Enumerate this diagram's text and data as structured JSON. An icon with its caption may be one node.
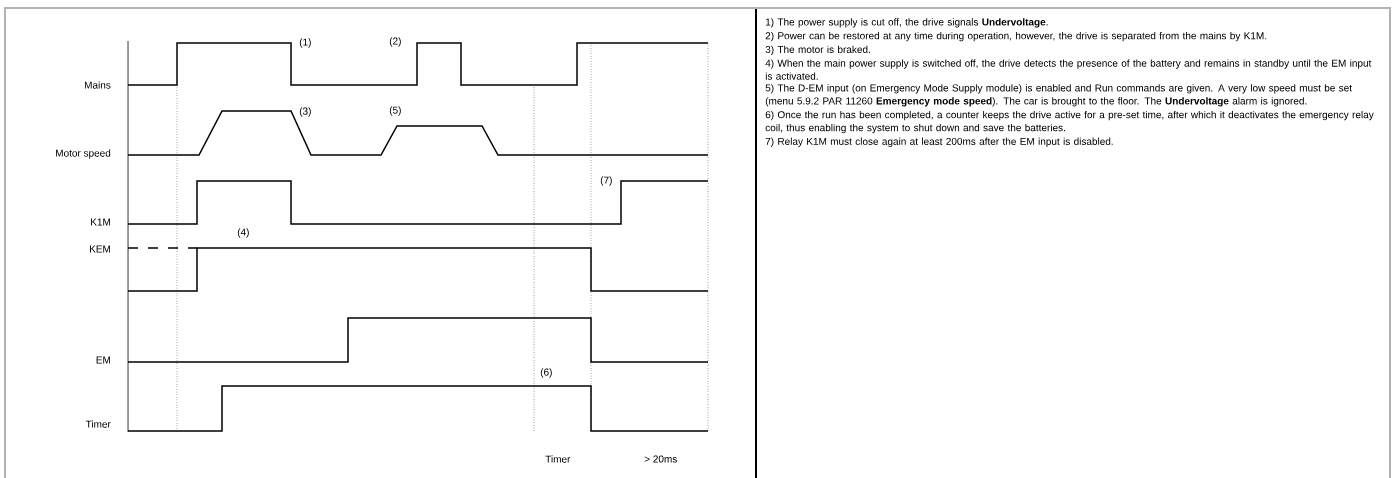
{
  "diagram": {
    "labels": [
      "(1)",
      "(2)",
      "Mains",
      "(3)",
      "(5)",
      "Motor speed",
      "(7)",
      "K1M",
      "(4)",
      "KEM",
      "EM",
      "(6)",
      "Timer",
      "Timer",
      "> 20ms",
      "1) The power supply is cut off, the drive signals **Undervoltage**.",
      "2) Power can be restored at any time during operation, however, the drive is separated from the mains by K1M.",
      "3) The motor is braked.",
      "4) When the main power supply is switched off, the drive detects the presence of the battery and remains in standby until the EM input is activated.",
      "5) The D-EM input (on Emergency Mode Supply module) is enabled and Run commands are given. A very low speed must be set (menu 5.9.2 PAR 11260 **Emergency mode speed**). The car is brought to the floor. The **Undervoltage** alarm is ignored.",
      "6) Once the run has been completed, a counter keeps the drive active for a pre-set time, after which it deactivates the emergency relay coil, thus enabling the system to shut down and save the batteries.",
      "7) Relay K1M must close again at least 200ms after the EM input is disabled."
    ]
  }
}
